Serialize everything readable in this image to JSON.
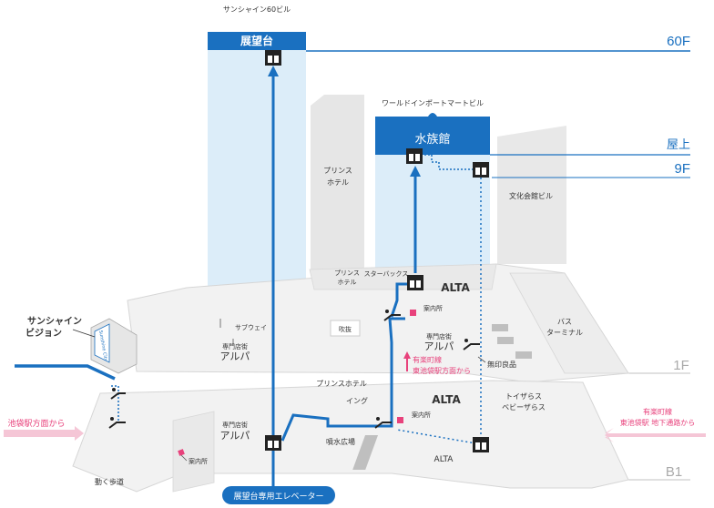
{
  "colors": {
    "accent": "#1a70c0",
    "accent_light": "#dcedf9",
    "route_pink": "#e8427c",
    "floor_line_1f": "#c0c0c0",
    "building_gray": "#e8e8e8",
    "floor_plan": "#f2f2f2"
  },
  "buildings": {
    "sunshine60": {
      "title": "サンシャイン60ビル",
      "deck": "展望台"
    },
    "world_import": {
      "title": "ワールドインポートマートビル",
      "aquarium": "水族館"
    },
    "prince_hotel": "プリンス\nホテル",
    "bunka_kaikan": "文化会館ビル"
  },
  "floors": {
    "f60": "60F",
    "rooftop": "屋上",
    "f9": "9F",
    "f1": "1F",
    "b1": "B1"
  },
  "places_1f": {
    "prince_hotel_small": "プリンス\nホテル",
    "starbucks": "スターバックス",
    "alta": "ALTA",
    "info": "案内所",
    "subway": "サブウェイ",
    "fukiwake": "吹抜",
    "alpa_specialty": "専門店街",
    "alpa": "アルパ",
    "alta_alpa_specialty": "専門店街",
    "alta_alpa": "アルパ",
    "mujirushi": "無印良品",
    "bus_terminal": "バス\nターミナル",
    "sunshine_vision": "サンシャイン\nビジョン",
    "vision_screen_text": "Sunshine City"
  },
  "places_b1": {
    "prince_hotel": "プリンスホテル",
    "ing": "イング",
    "alta": "ALTA",
    "info": "案内所",
    "toizarasu": "トイザらス\nベビーザらス",
    "alpa_specialty": "専門店街",
    "alpa": "アルパ",
    "fountain": "噴水広場",
    "info_left": "案内所",
    "moving_walk": "動く歩道",
    "alta_bottom": "ALTA"
  },
  "routes": {
    "yurakucho_east_exit": "有楽町線\n東池袋駅方面から",
    "yurakucho_underground": "有楽町線\n東池袋駅 地下通路から",
    "ikebukuro_from": "池袋駅方面から",
    "elevator_button": "展望台専用エレベーター"
  },
  "icons": {
    "elevator": "elevator-icon",
    "escalator": "escalator-icon",
    "info": "info-marker-icon"
  }
}
